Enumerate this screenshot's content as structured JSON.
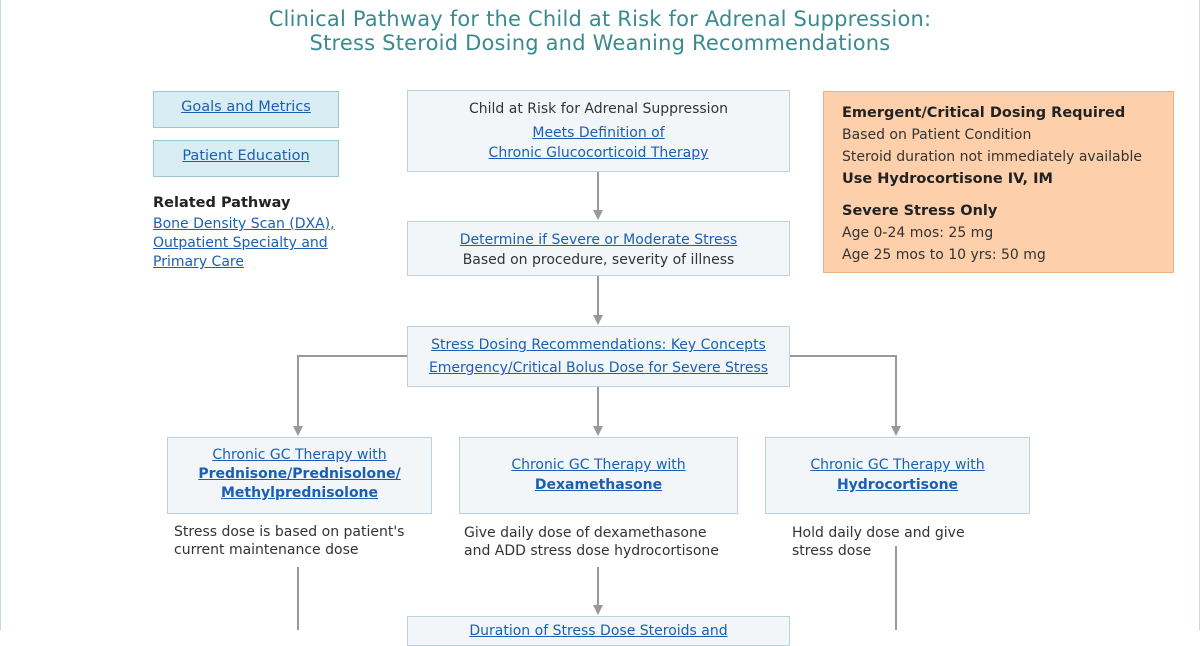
{
  "title": {
    "line1": "Clinical Pathway for the Child at Risk for Adrenal Suppression:",
    "line2": "Stress Steroid Dosing and Weaning Recommendations"
  },
  "sidebar": {
    "goals_link": "Goals and Metrics",
    "education_link": "Patient Education",
    "related_heading": "Related Pathway",
    "related_links": [
      "Bone Density Scan (DXA),",
      "Outpatient Specialty and",
      "Primary Care"
    ]
  },
  "start_box": {
    "text": "Child at Risk for Adrenal Suppression",
    "link1": "Meets Definition of",
    "link2": "Chronic Glucocorticoid Therapy"
  },
  "stress_box": {
    "link": "Determine if Severe or Moderate Stress",
    "text": "Based on procedure, severity of illness"
  },
  "dosing_box": {
    "link1": "Stress Dosing Recommendations: Key Concepts",
    "link2": "Emergency/Critical Bolus Dose for Severe Stress"
  },
  "emergent_box": {
    "heading": "Emergent/Critical Dosing Required",
    "line1": "Based on Patient Condition",
    "line2": "Steroid duration not immediately available",
    "line3": "Use Hydrocortisone IV, IM",
    "severe_heading": "Severe Stress Only",
    "age1": "Age 0-24 mos: 25 mg",
    "age2": "Age 25 mos to 10 yrs: 50 mg"
  },
  "therapy_boxes": [
    {
      "link": "Chronic GC Therapy with",
      "bold_line1": "Prednisone/Prednisolone/",
      "bold_line2": "Methylprednisolone",
      "note1": "Stress dose is based on patient's",
      "note2": "current maintenance dose"
    },
    {
      "link": "Chronic GC Therapy with",
      "bold_line1": "Dexamethasone",
      "note1": "Give daily dose of dexamethasone",
      "note2": "and ADD stress dose hydrocortisone"
    },
    {
      "link": "Chronic GC Therapy with",
      "bold_line1": "Hydrocortisone",
      "note1": "Hold daily dose and give",
      "note2": "stress dose"
    }
  ],
  "bottom_box": {
    "link": "Duration of Stress Dose Steroids and"
  },
  "colors": {
    "title": "#3a8a8f",
    "link": "#1b5fb4",
    "box_fill": "#f2f6f8",
    "emergent_fill": "#fdd0ab",
    "arrow": "#999999"
  }
}
